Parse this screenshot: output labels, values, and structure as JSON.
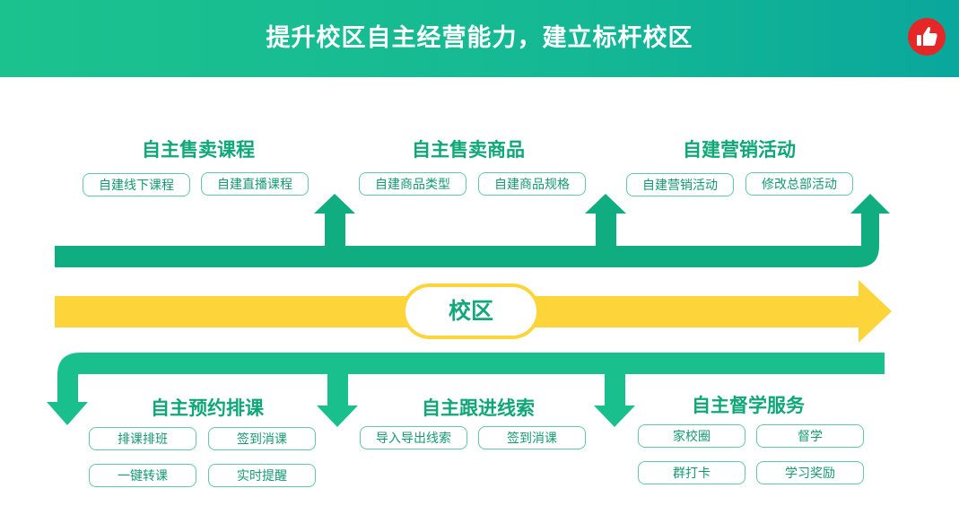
{
  "header": {
    "title": "提升校区自主经营能力，建立标杆校区"
  },
  "center": {
    "label": "校区"
  },
  "top_sections": [
    {
      "title": "自主售卖课程",
      "tags": [
        "自建线下课程",
        "自建直播课程"
      ]
    },
    {
      "title": "自主售卖商品",
      "tags": [
        "自建商品类型",
        "自建商品规格"
      ]
    },
    {
      "title": "自建营销活动",
      "tags": [
        "自建营销活动",
        "修改总部活动"
      ]
    }
  ],
  "bottom_sections": [
    {
      "title": "自主预约排课",
      "tags": [
        "排课排班",
        "签到消课",
        "一键转课",
        "实时提醒"
      ]
    },
    {
      "title": "自主跟进线索",
      "tags": [
        "导入导出线索",
        "签到消课"
      ]
    },
    {
      "title": "自主督学服务",
      "tags": [
        "家校圈",
        "督学",
        "群打卡",
        "学习奖励"
      ]
    }
  ],
  "colors": {
    "green": "#10ad80",
    "yellow": "#fed43b",
    "header_from": "#1cc28e",
    "header_to": "#0aa79c",
    "thumb": "#e62727"
  },
  "icons": {
    "badge": "thumbs-up-icon"
  }
}
